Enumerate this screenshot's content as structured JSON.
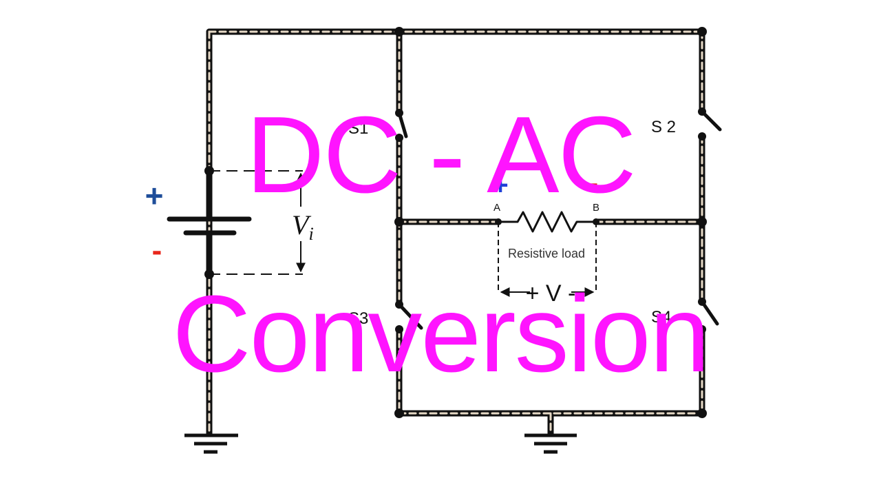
{
  "title": {
    "line1": "DC - AC",
    "line2": "Conversion"
  },
  "circuit": {
    "plus_sign": "+",
    "minus_sign": "-",
    "vi_label": "V",
    "vi_subscript": "i",
    "s1_label": "S1",
    "s2_label": "S 2",
    "s3_label": "S3",
    "s4_label": "S4",
    "node_a_label": "A",
    "node_b_label": "B",
    "load_plus": "+",
    "load_minus": "-",
    "resistive_load_label": "Resistive load",
    "output_voltage_label": "+ V -"
  },
  "colors": {
    "title": "#ff14ff",
    "plus": "#1f4e9a",
    "minus": "#e8261b",
    "wire": "#111111"
  }
}
